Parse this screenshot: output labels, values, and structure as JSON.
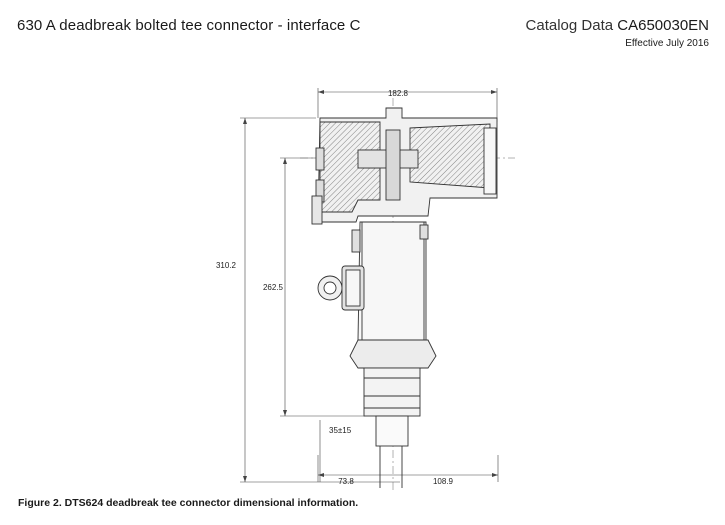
{
  "header": {
    "title": "630 A deadbreak bolted tee connector - interface C",
    "catalog_prefix": "Catalog Data",
    "catalog_number": "CA650030EN",
    "effective": "Effective July 2016"
  },
  "drawing": {
    "dim_top_width": "182.8",
    "dim_total_height": "310.2",
    "dim_body_height": "262.5",
    "dim_stem": "35±15",
    "dim_bottom_left": "73.8",
    "dim_bottom_right": "108.9"
  },
  "caption": "Figure 2. DTS624 deadbreak tee connector dimensional information."
}
